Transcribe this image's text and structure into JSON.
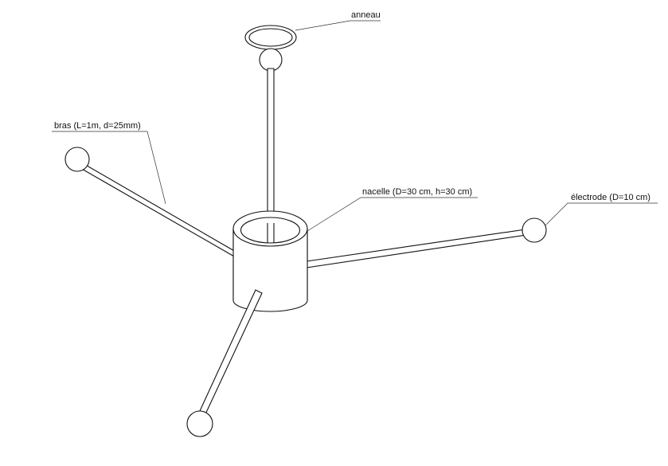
{
  "labels": {
    "ring": "anneau",
    "arm": "bras (L=1m, d=25mm)",
    "basket": "nacelle (D=30 cm, h=30 cm)",
    "electrode": "électrode (D=10 cm)"
  },
  "colors": {
    "line": "#111111",
    "background": "#ffffff"
  }
}
